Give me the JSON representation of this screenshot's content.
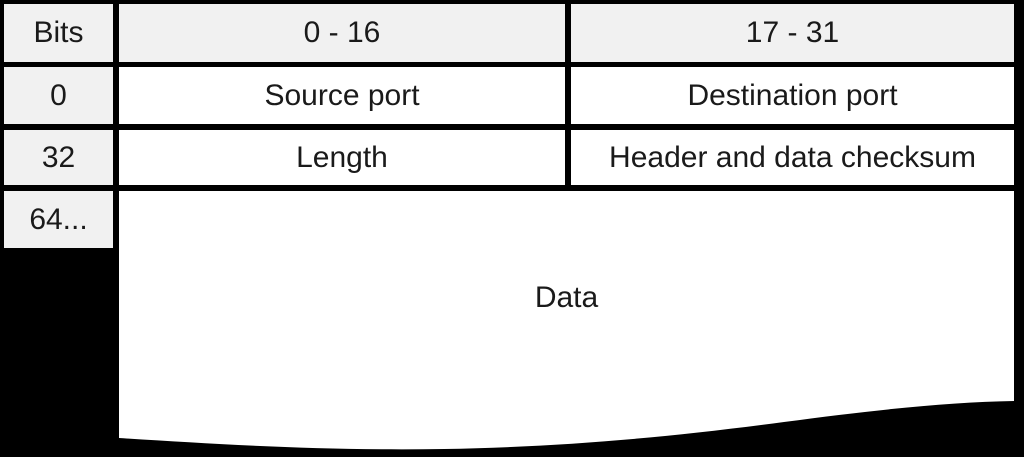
{
  "colors": {
    "background": "#000000",
    "label_cell_fill": "#f1f1f1",
    "field_cell_fill": "#ffffff",
    "border": "#000000",
    "text": "#1a1a1a"
  },
  "table": {
    "header": {
      "bits": "Bits",
      "col1": "0 - 16",
      "col2": "17 - 31"
    },
    "rows": [
      {
        "label": "0",
        "col1": "Source port",
        "col2": "Destination port"
      },
      {
        "label": "32",
        "col1": "Length",
        "col2": "Header and data checksum"
      },
      {
        "label": "64...",
        "data": "Data"
      }
    ]
  }
}
